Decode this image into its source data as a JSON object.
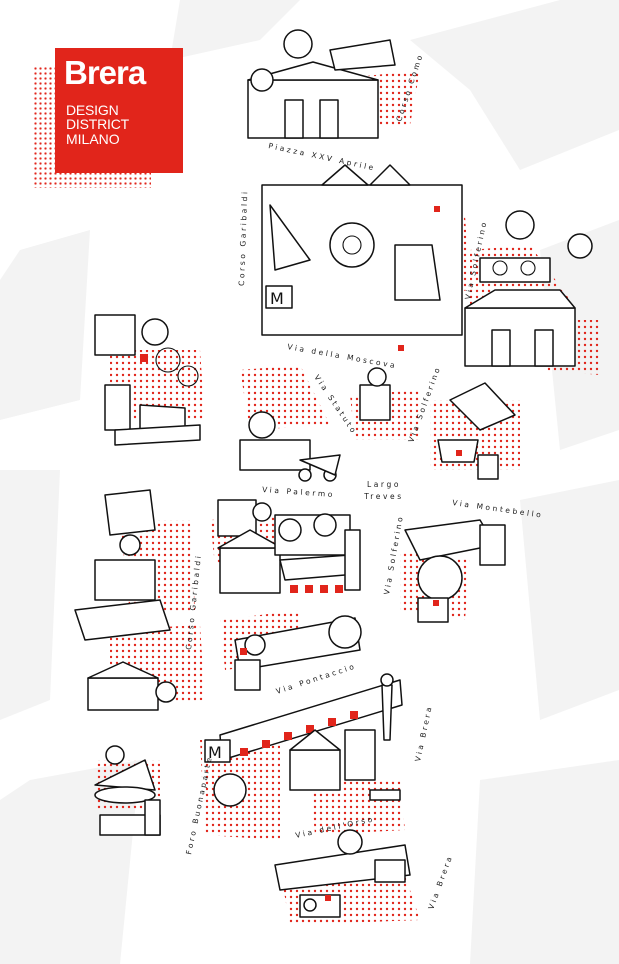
{
  "logo": {
    "brand": "Brera",
    "line1": "DESIGN",
    "line2": "DISTRICT",
    "line3": "MILANO",
    "color": "#e1251b"
  },
  "streets": [
    "Corso Como",
    "Piazza XXV Aprile",
    "Corso Garibaldi",
    "Via Solferino",
    "Via della Moscova",
    "Via Statuto",
    "Via Solferino",
    "Via Palermo",
    "Largo",
    "Treves",
    "Via Montebello",
    "Corso Garibaldi",
    "Via Solferino",
    "Via Pontaccio",
    "Via Brera",
    "Foro Buonaparte",
    "Via dell'Orso",
    "Via Brera"
  ],
  "colors": {
    "accent": "#e1251b",
    "line": "#111111",
    "background": "#ffffff",
    "background_shapes": "#f3f3f3"
  },
  "icons": [
    "metro-m-icon",
    "vespa-icon",
    "bicycle-icon",
    "coffee-cup-icon",
    "dj-turntable-icon",
    "statue-icon",
    "solar-panel-icon",
    "fridge-icon"
  ]
}
